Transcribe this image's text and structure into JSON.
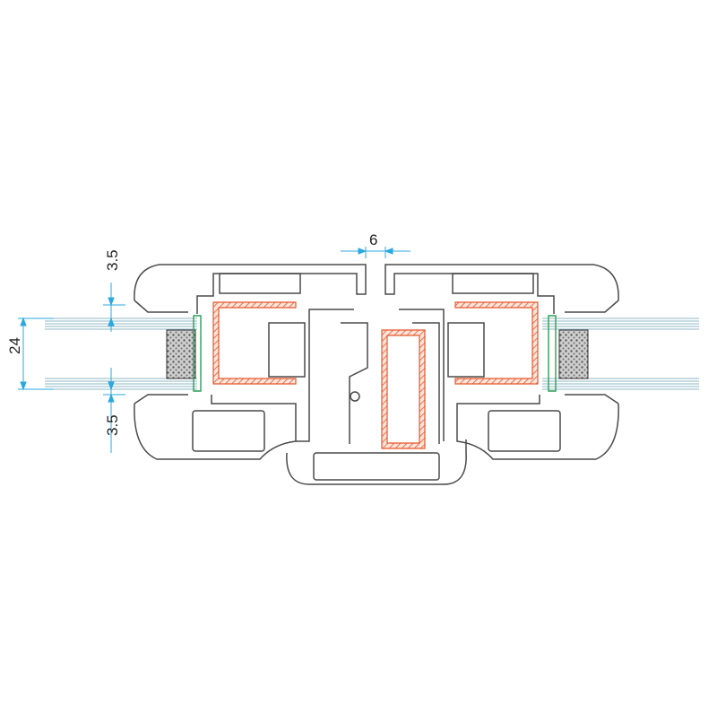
{
  "dimensions": {
    "top_gap": "6",
    "glass_thickness": "24",
    "upper_seal": "3.5",
    "lower_seal": "3.5"
  },
  "colors": {
    "profile": "#4a4a4a",
    "dimension": "#29a9e0",
    "glass": "#8fb9c6",
    "reinforcement": "#e8552b",
    "gasket": "#2e9e56",
    "spacer": "#6b6b6b"
  }
}
